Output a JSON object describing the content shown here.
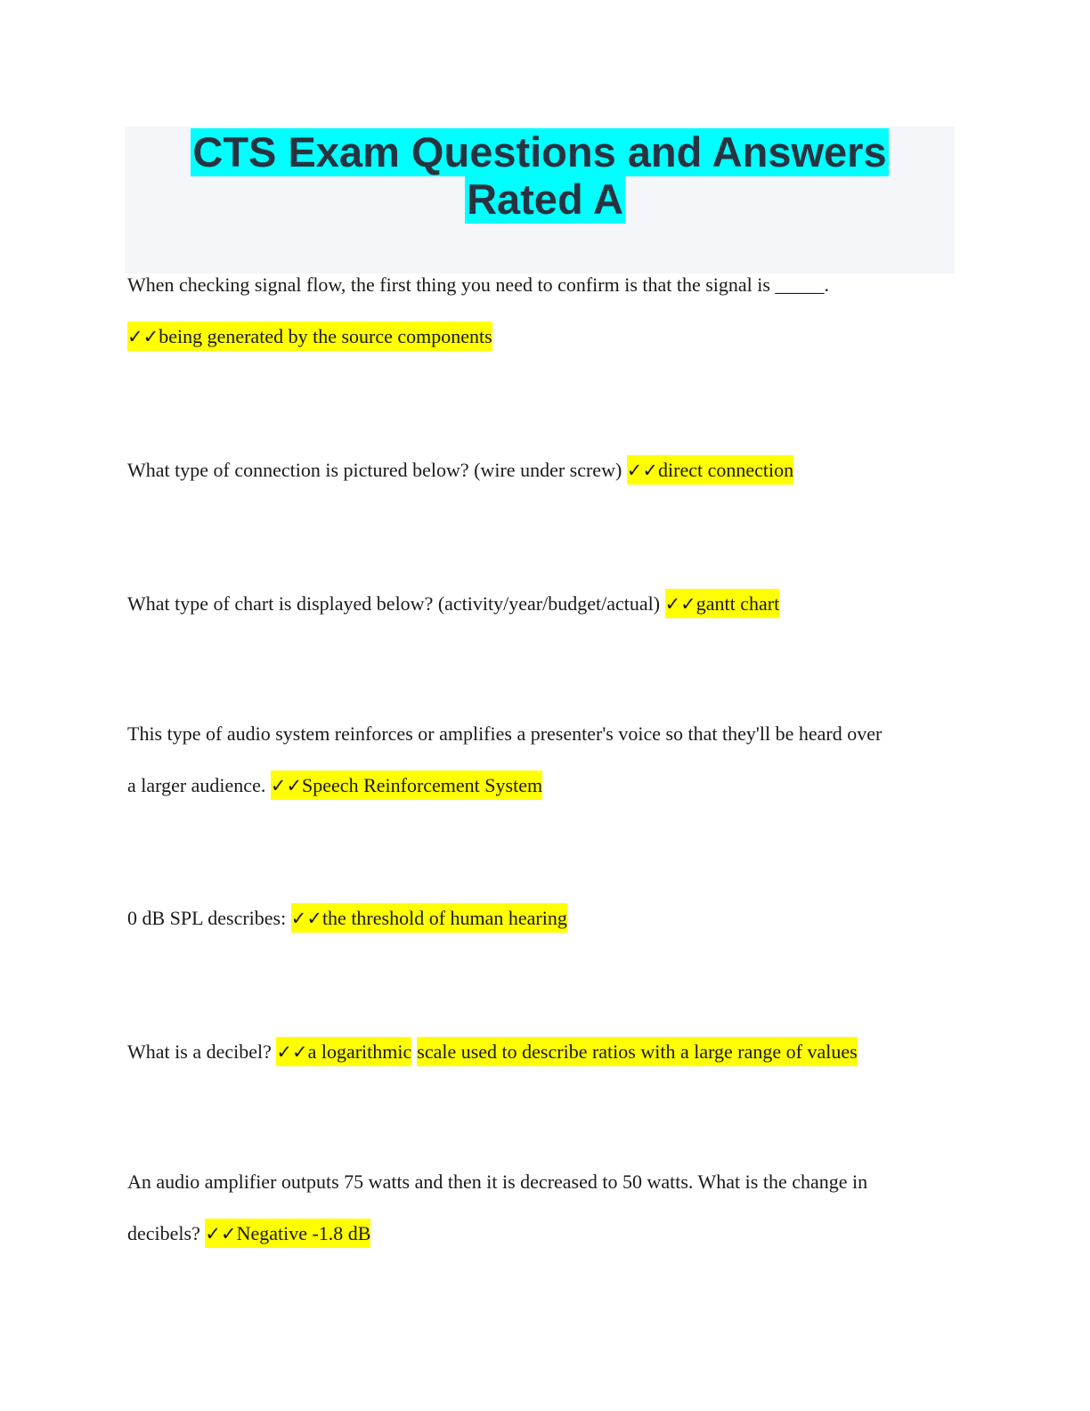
{
  "document": {
    "title_line1": "CTS Exam Questions and Answers",
    "title_line2": "Rated A",
    "check_mark": "✓✓",
    "items": [
      {
        "question": "When checking signal flow, the first thing you need to confirm is that the signal is _____.",
        "answer": "being generated by the source components"
      },
      {
        "question": "What type of connection is pictured below? (wire under screw)",
        "answer": "direct connection"
      },
      {
        "question": "What type of chart is displayed below? (activity/year/budget/actual)",
        "answer": "gantt chart"
      },
      {
        "question_line1": "This type of audio system reinforces or amplifies a presenter's voice so that they'll be heard over",
        "question_line2": "a larger audience.",
        "answer": "Speech Reinforcement System"
      },
      {
        "question": "0 dB SPL describes:",
        "answer": "the threshold of human hearing"
      },
      {
        "question": "What is a decibel?",
        "answer_part1": "a logarithmic",
        "answer_part2": "scale used to describe ratios with a large range of values"
      },
      {
        "question_line1": "An audio amplifier outputs 75 watts and then it is decreased to 50 watts. What is the change in",
        "question_line2": "decibels?",
        "answer": "Negative -1.8 dB"
      }
    ]
  },
  "colors": {
    "title_highlight": "#00ffff",
    "answer_highlight": "#ffff00",
    "title_background": "#f5f6fa"
  }
}
